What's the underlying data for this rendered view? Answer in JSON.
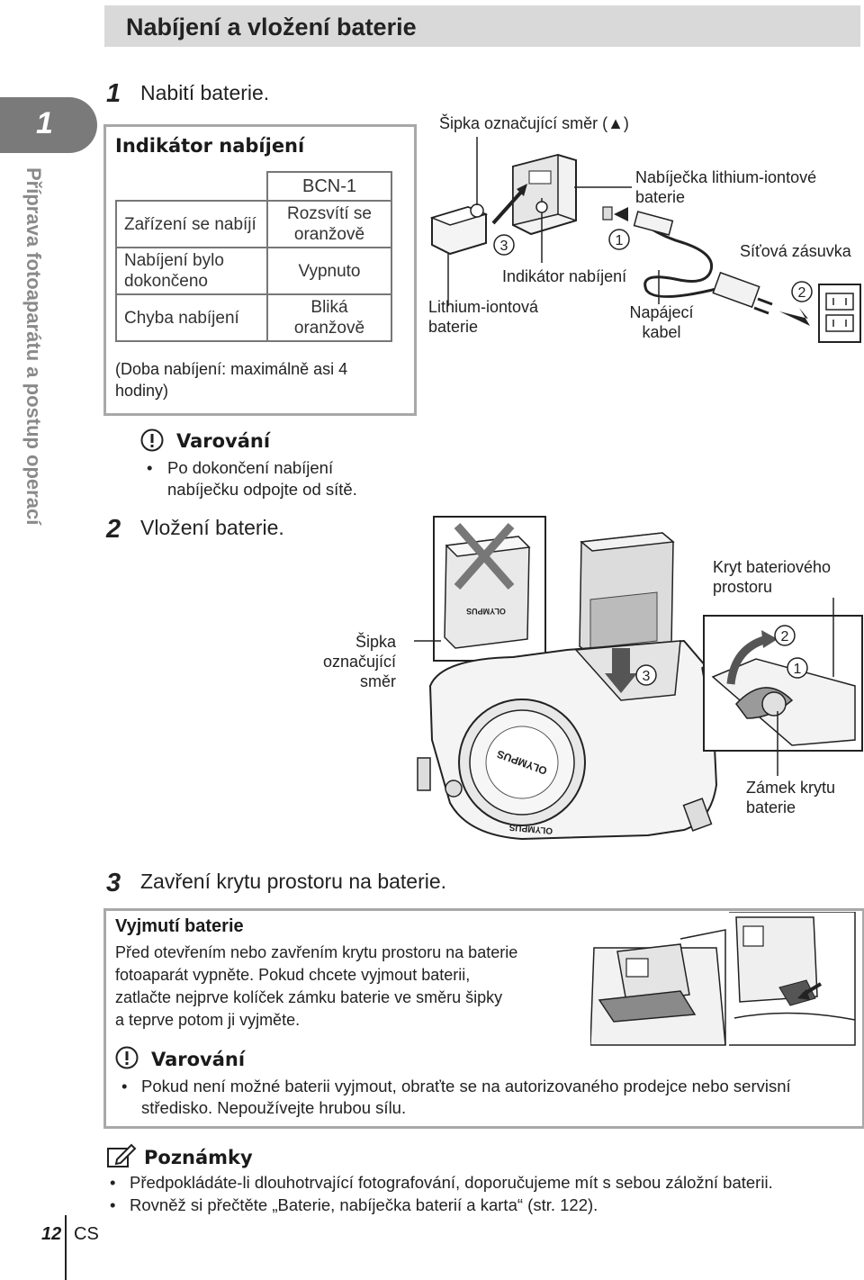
{
  "header": {
    "title": "Nabíjení a vložení baterie"
  },
  "chapter": {
    "number": "1",
    "title": "Příprava fotoaparátu a postup operací"
  },
  "step1": {
    "number": "1",
    "text": "Nabití baterie."
  },
  "indicator_box": {
    "title": "Indikátor nabíjení",
    "model_header": "BCN-1",
    "rows": [
      {
        "state": "Zařízení se nabíjí",
        "indicator": "Rozsvítí se oranžově"
      },
      {
        "state": "Nabíjení bylo dokončeno",
        "indicator": "Vypnuto"
      },
      {
        "state": "Chyba nabíjení",
        "indicator": "Bliká oranžově"
      }
    ],
    "note": "(Doba nabíjení: maximálně asi 4 hodiny)"
  },
  "warning1": {
    "icon": "exclamation-icon",
    "title": "Varování",
    "items": [
      "Po dokončení nabíjení nabíječku odpojte od sítě."
    ]
  },
  "step2": {
    "number": "2",
    "text": "Vložení baterie."
  },
  "charger_diagram": {
    "arrow_label": "Šipka označující směr (▲)",
    "charger_label": "Nabíječka lithium-iontové baterie",
    "outlet_label": "Síťová zásuvka",
    "indicator_label": "Indikátor nabíjení",
    "battery_label": "Lithium-iontová baterie",
    "cable_label": "Napájecí kabel",
    "step_marks": [
      "1",
      "2",
      "3"
    ]
  },
  "camera_diagram": {
    "arrow_label": "Šipka označující směr",
    "cover_label": "Kryt bateriového prostoru",
    "lock_label": "Zámek krytu baterie",
    "brand": "OLYMPUS",
    "step_marks": [
      "1",
      "2",
      "3"
    ]
  },
  "step3": {
    "number": "3",
    "text": "Zavření krytu prostoru na baterie."
  },
  "removal_box": {
    "title": "Vyjmutí baterie",
    "lines": [
      "Před otevřením nebo zavřením krytu prostoru na baterie",
      "fotoaparát vypněte. Pokud chcete vyjmout baterii,",
      "zatlačte nejprve kolíček zámku baterie ve směru šipky",
      "a teprve potom ji vyjměte."
    ],
    "warning_title": "Varování",
    "warning_items": [
      "Pokud není možné baterii vyjmout, obraťte se na autorizovaného prodejce nebo servisní středisko. Nepoužívejte hrubou sílu."
    ]
  },
  "notes": {
    "icon": "pencil-note-icon",
    "title": "Poznámky",
    "items": [
      "Předpokládáte-li dlouhotrvající fotografování, doporučujeme mít s sebou záložní baterii.",
      "Rovněž si přečtěte „Baterie, nabíječka baterií a karta“ (str. 122)."
    ]
  },
  "footer": {
    "page_number": "12",
    "language": "CS"
  }
}
